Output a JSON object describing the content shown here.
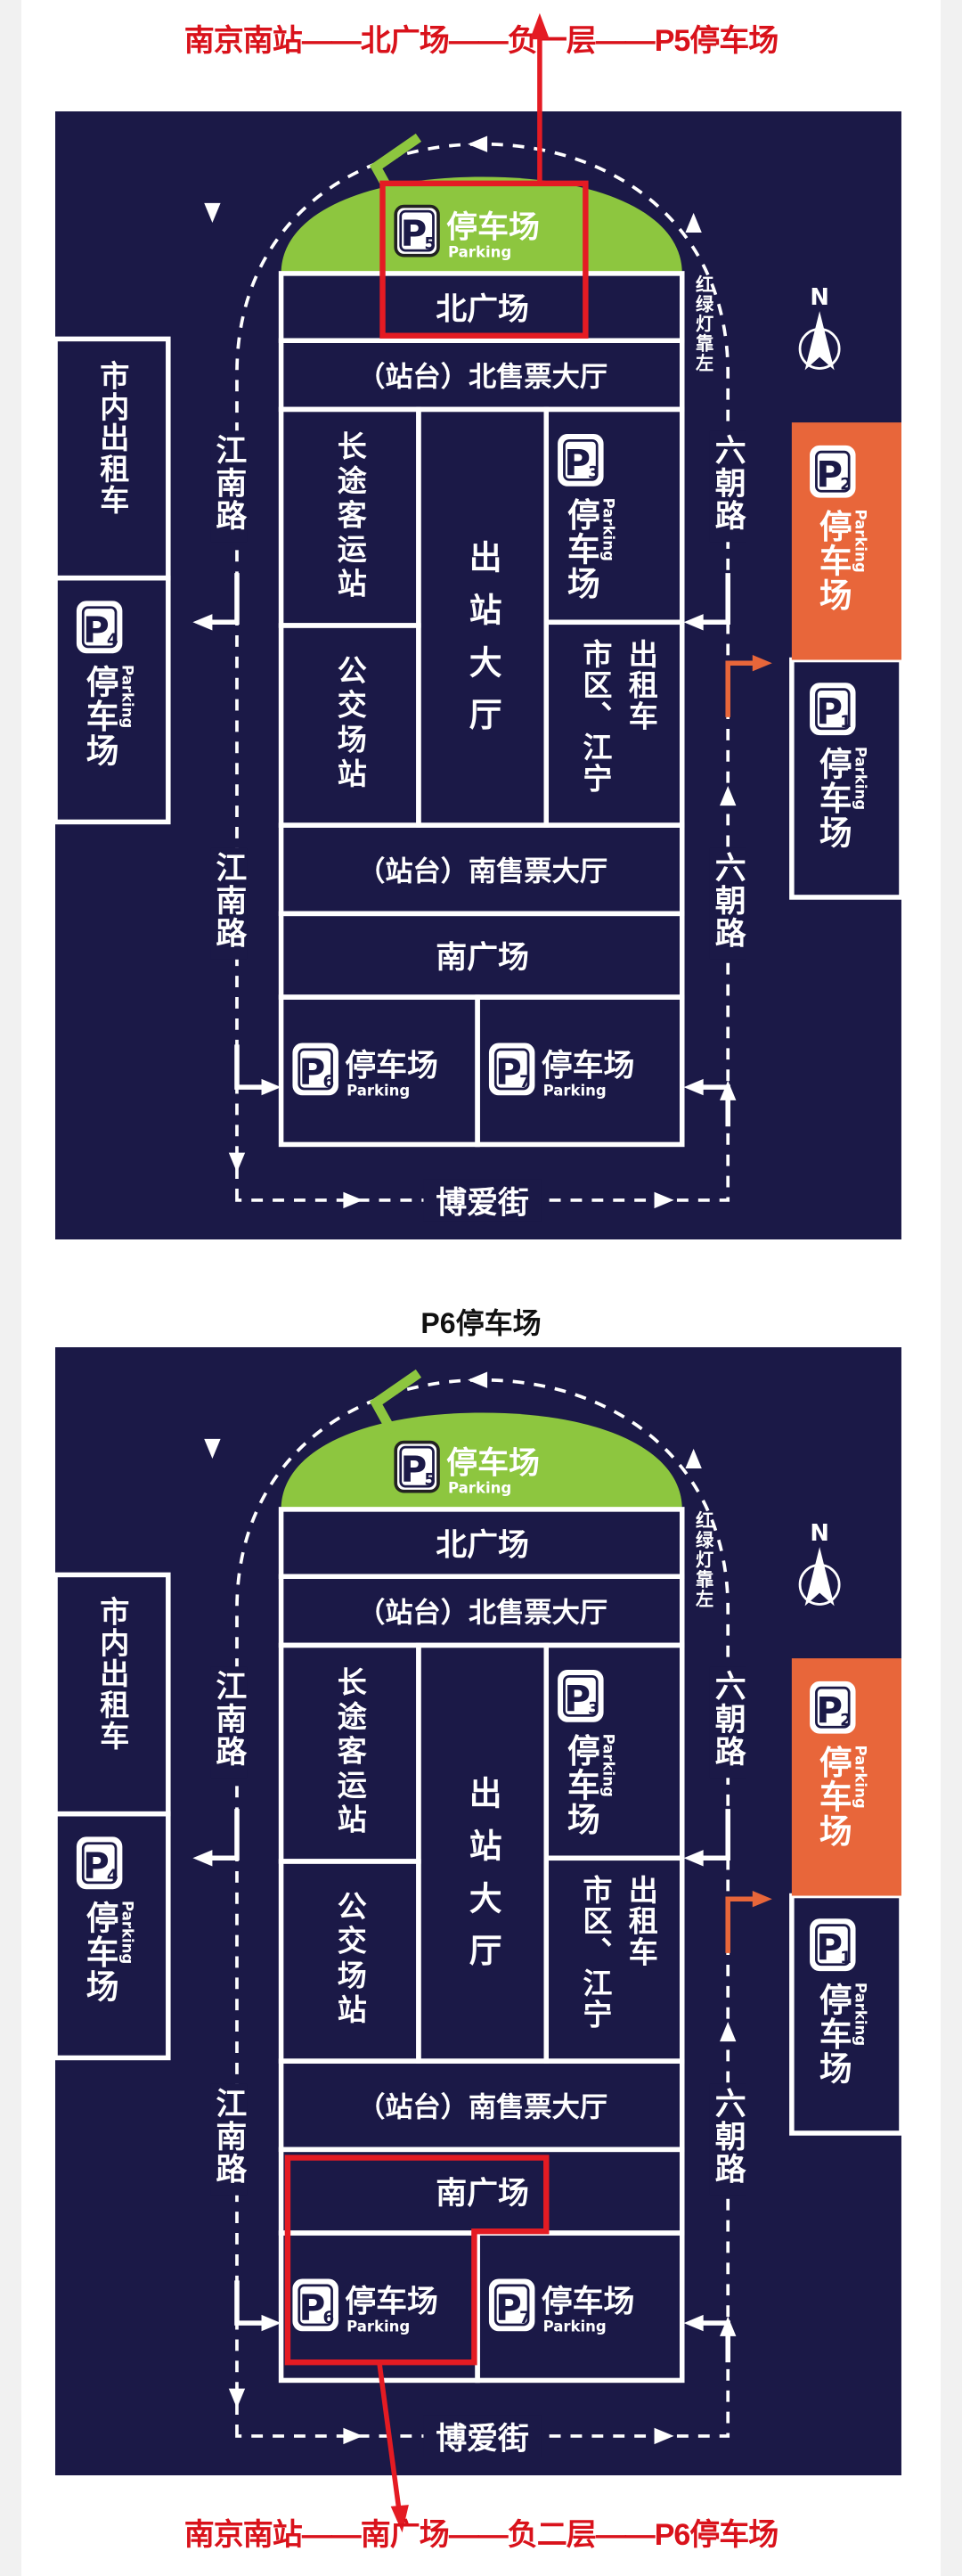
{
  "captions": {
    "top": "南京南站——北广场——负一层——P5停车场",
    "middle": "P6停车场",
    "bottom": "南京南站——南广场——负二层——P6停车场"
  },
  "map": {
    "north": "N",
    "traffic_note": "红绿灯靠左",
    "roads": {
      "west": "江南路",
      "east": "六朝路",
      "south": "博爱街"
    },
    "areas": {
      "north_plaza": "北广场",
      "north_ticket_hall": "（站台）北售票大厅",
      "long_distance_bus": "长途客运站",
      "bus_terminal": "公交场站",
      "exit_hall": "出站大厅",
      "taxi": "出租车",
      "taxi_dest": "市区、江宁",
      "south_ticket_hall": "（站台）南售票大厅",
      "south_plaza": "南广场",
      "city_taxi": "市内出租车"
    },
    "parking": {
      "p1": {
        "letter": "P",
        "num": "1",
        "label": "停车场",
        "sub": "Parking"
      },
      "p2": {
        "letter": "P",
        "num": "2",
        "label": "停车场",
        "sub": "Parking"
      },
      "p3": {
        "letter": "P",
        "num": "3",
        "label": "停车场",
        "sub": "Parking"
      },
      "p4": {
        "letter": "P",
        "num": "4",
        "label": "停车场",
        "sub": "Parking"
      },
      "p5": {
        "letter": "P",
        "num": "5",
        "label": "停车场",
        "sub": "Parking"
      },
      "p6": {
        "letter": "P",
        "num": "6",
        "label": "停车场",
        "sub": "Parking"
      },
      "p7": {
        "letter": "P",
        "num": "7",
        "label": "停车场",
        "sub": "Parking"
      }
    }
  },
  "colors": {
    "background": "#1b1947",
    "dome": "#8dc63f",
    "p2_block": "#e8663a",
    "highlight": "#e41b23",
    "line": "#ffffff"
  }
}
